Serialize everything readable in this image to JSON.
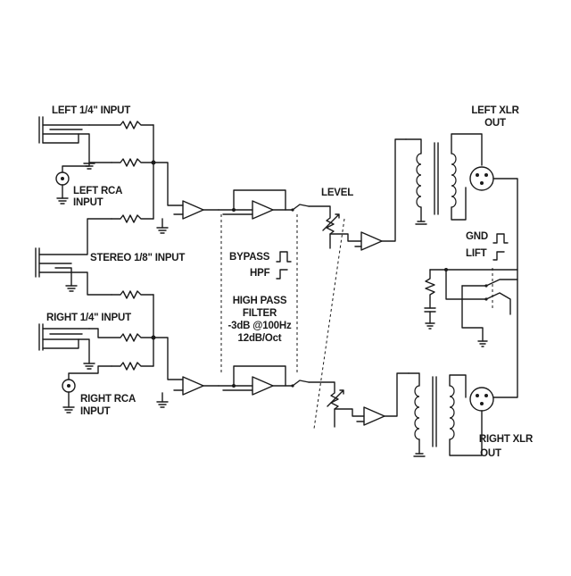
{
  "labels": {
    "left_quarter_input": "LEFT  1/4\" INPUT",
    "left_rca_input_1": "LEFT RCA",
    "left_rca_input_2": "INPUT",
    "stereo_eighth_input": "STEREO 1/8\" INPUT",
    "right_quarter_input": "RIGHT 1/4\" INPUT",
    "right_rca_input_1": "RIGHT RCA",
    "right_rca_input_2": "INPUT",
    "level": "LEVEL",
    "bypass": "BYPASS",
    "hpf": "HPF",
    "high_pass_filter_1": "HIGH PASS",
    "high_pass_filter_2": "FILTER",
    "high_pass_filter_3": "-3dB @100Hz",
    "high_pass_filter_4": "12dB/Oct",
    "left_xlr_out_1": "LEFT XLR",
    "left_xlr_out_2": "OUT",
    "right_xlr_out_1": "RIGHT XLR",
    "right_xlr_out_2": "OUT",
    "gnd": "GND",
    "lift": "LIFT"
  }
}
